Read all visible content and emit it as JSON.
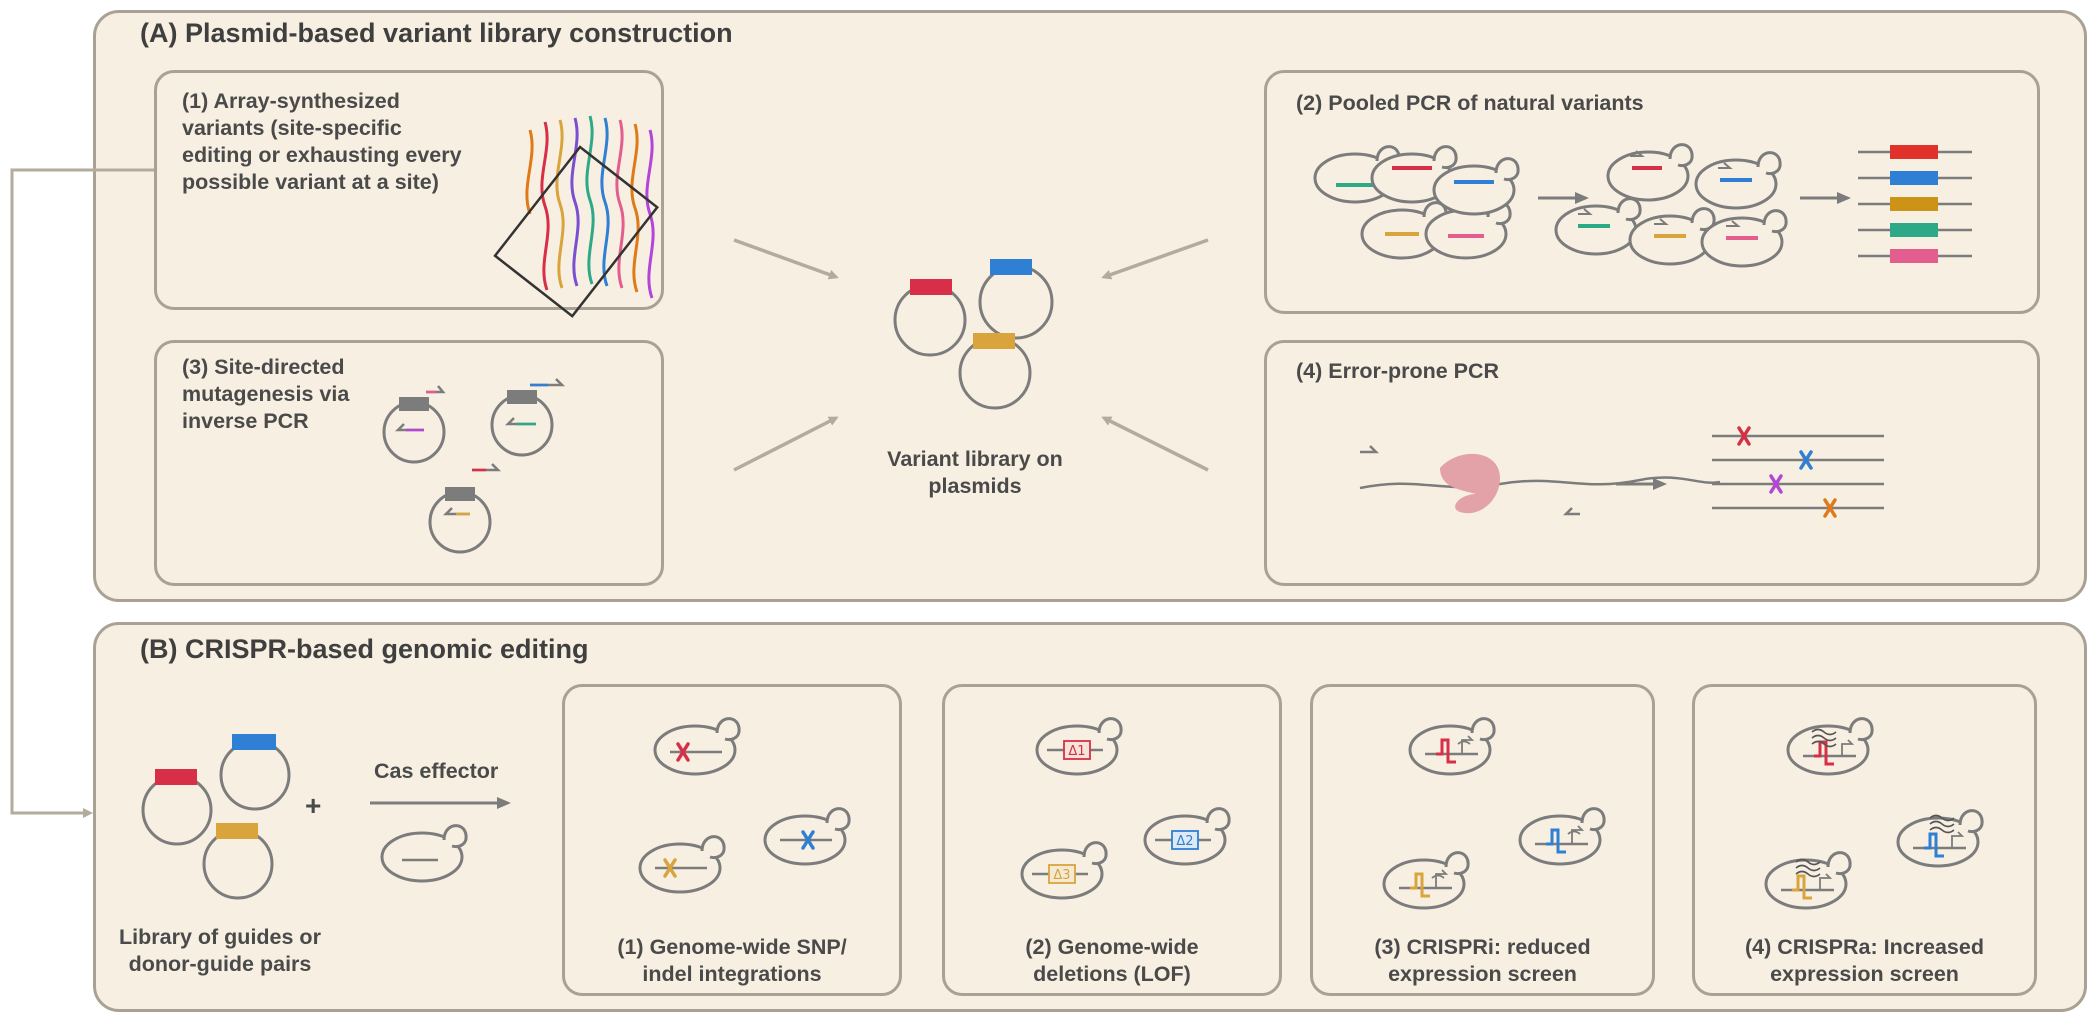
{
  "section_a": {
    "title": "(A) Plasmid-based variant library construction",
    "array_synth": [
      "(1) Array-synthesized",
      "variants (site-specific",
      "editing or exhausting every",
      "possible variant at a site)"
    ],
    "pooled_pcr": "(2) Pooled PCR of natural variants",
    "site_directed": [
      "(3) Site-directed",
      "mutagenesis via",
      "inverse PCR"
    ],
    "error_prone": "(4) Error-prone PCR",
    "center_label": [
      "Variant library on",
      "plasmids"
    ]
  },
  "section_b": {
    "title": "(B) CRISPR-based genomic editing",
    "cas_effector": "Cas effector",
    "plus": "+",
    "library_label": [
      "Library of guides or",
      "donor-guide pairs"
    ],
    "snp_label": [
      "(1) Genome-wide SNP/",
      "indel integrations"
    ],
    "deletions_label": [
      "(2) Genome-wide",
      "deletions (LOF)"
    ],
    "deletion_marks": [
      "Δ1",
      "Δ2",
      "Δ3"
    ],
    "crispri_label": [
      "(3) CRISPRi: reduced",
      "expression screen"
    ],
    "crispra_label": [
      "(4) CRISPRa: Increased",
      "expression screen"
    ]
  },
  "colors": {
    "panel_bg": "#f7efe2",
    "border": "#a9a193",
    "line": "#7c7c7c",
    "arrow": "#b3ab9e",
    "red": "#d62f47",
    "blue": "#2f7fd4",
    "gold": "#d9a43c",
    "teal": "#2ea987",
    "pink": "#e35e8f",
    "orange": "#e07a18",
    "mustard": "#cd9316",
    "purple": "#b545d8",
    "enzyme": "#e3a1a8"
  }
}
